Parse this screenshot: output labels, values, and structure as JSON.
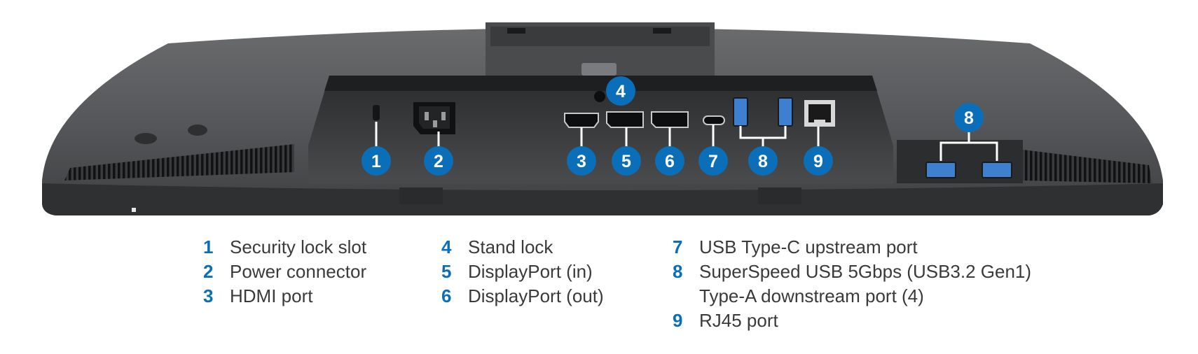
{
  "colors": {
    "callout_blue": "#0a6fb8",
    "monitor_dark": "#4d4e50",
    "legend_text": "#3a3a3a"
  },
  "callouts": [
    {
      "num": "1",
      "port": "security-lock-slot"
    },
    {
      "num": "2",
      "port": "power-connector"
    },
    {
      "num": "3",
      "port": "hdmi-port"
    },
    {
      "num": "4",
      "port": "stand-lock"
    },
    {
      "num": "5",
      "port": "displayport-in"
    },
    {
      "num": "6",
      "port": "displayport-out"
    },
    {
      "num": "7",
      "port": "usb-c-upstream"
    },
    {
      "num": "8",
      "port": "usb-a-downstream-rear"
    },
    {
      "num": "9",
      "port": "rj45-port"
    },
    {
      "num": "8",
      "port": "usb-a-downstream-side"
    }
  ],
  "legend": [
    {
      "num": "1",
      "lines": [
        "Security lock slot"
      ]
    },
    {
      "num": "2",
      "lines": [
        "Power connector"
      ]
    },
    {
      "num": "3",
      "lines": [
        "HDMI port"
      ]
    },
    {
      "num": "4",
      "lines": [
        "Stand lock"
      ]
    },
    {
      "num": "5",
      "lines": [
        "DisplayPort (in)"
      ]
    },
    {
      "num": "6",
      "lines": [
        "DisplayPort (out)"
      ]
    },
    {
      "num": "7",
      "lines": [
        "USB Type-C upstream port"
      ]
    },
    {
      "num": "8",
      "lines": [
        "SuperSpeed USB 5Gbps (USB3.2 Gen1)",
        "Type-A downstream port (4)"
      ]
    },
    {
      "num": "9",
      "lines": [
        "RJ45 port"
      ]
    }
  ]
}
